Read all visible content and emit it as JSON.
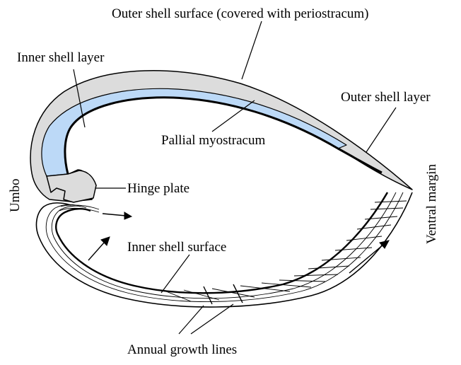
{
  "labels": {
    "outer_surface": "Outer shell surface (covered with periostracum)",
    "inner_layer": "Inner shell layer",
    "outer_layer": "Outer shell layer",
    "myostracum": "Pallial myostracum",
    "hinge": "Hinge plate",
    "umbo": "Umbo",
    "ventral": "Ventral margin",
    "inner_surface": "Inner shell surface",
    "growth_lines": "Annual growth lines"
  },
  "colors": {
    "outer_layer_fill": "#dcdcdc",
    "inner_layer_fill": "#bcd9f7",
    "line": "#000000"
  }
}
